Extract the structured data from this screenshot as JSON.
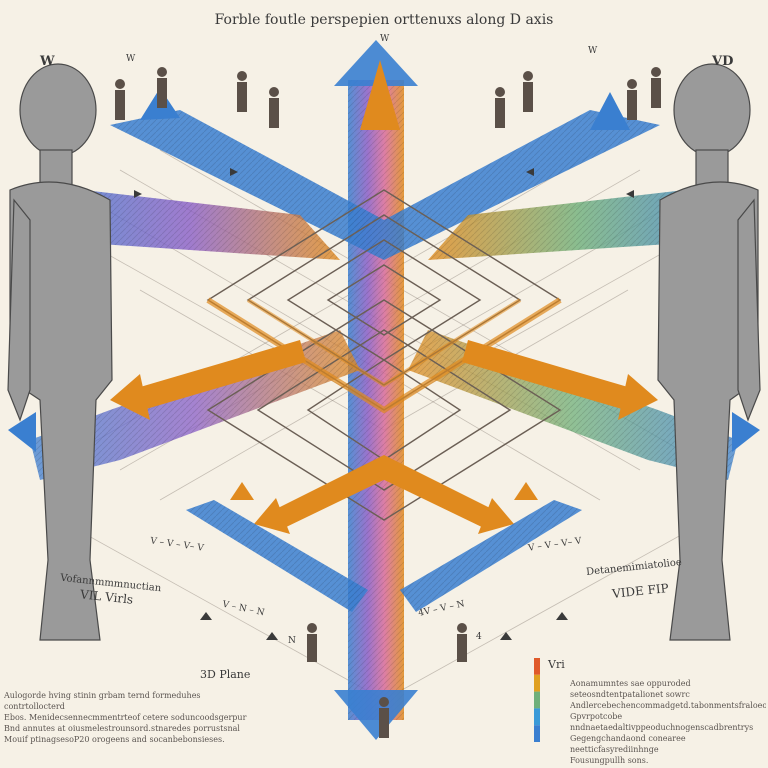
{
  "title": "Forble foutle perspepien orttenuxs along D axis",
  "labels": {
    "w_left": "W",
    "w_top_left": "W",
    "w_top_center": "W",
    "w_top_right": "W",
    "vd_right": "VD",
    "plane": "3D Plane",
    "vri": "Vri",
    "side_left_small": "Vofannmmmnuctian",
    "side_left": "VIL Virls",
    "side_right_small": "Detanemimiatolioe",
    "side_right": "VIDE FIP",
    "seq_left": "V – V – V– V",
    "seq_right": "V – V – V– V",
    "seq_bottom_left": "V – N – N",
    "seq_bottom_right": "4V – V – N",
    "marker_n": "N",
    "marker_4": "4"
  },
  "captions": {
    "left": [
      "Aulogorde hving stinin grbam ternd formeduhes contrtollocterd",
      "Ebos. Menidecsennecmmentrteof cetere soduncoodsgerpur",
      "Bnd annutes at oiusmelestrounsord.stnaredes porrustsnal",
      "Mouif ptinagsesoP20 orogeens and socanbebonsieses."
    ],
    "right": [
      "Aonamumntes sae oppuroded seteosndtentpatalionet sowrc",
      "Andlercebechencommadgetd.tabonmentsfraloeosesue",
      "Gpvrpotcobe nndnaetaedaltivppeoduchnogenscadbrentrys",
      "Gegengchandaond conearee neetticfasyrediinhnge",
      "Fousungpullh sons."
    ]
  },
  "colors": {
    "background": "#f6f1e6",
    "orange": "#e08a1e",
    "blue": "#3a7fd0",
    "purple": "#8a5ec8",
    "pink": "#d86a9a",
    "green": "#6fb07a",
    "figure": "#8a8a8a"
  },
  "legend_colors": [
    "#e05a2a",
    "#e0a020",
    "#6fb07a",
    "#3a9ad8",
    "#3a7fd0"
  ]
}
